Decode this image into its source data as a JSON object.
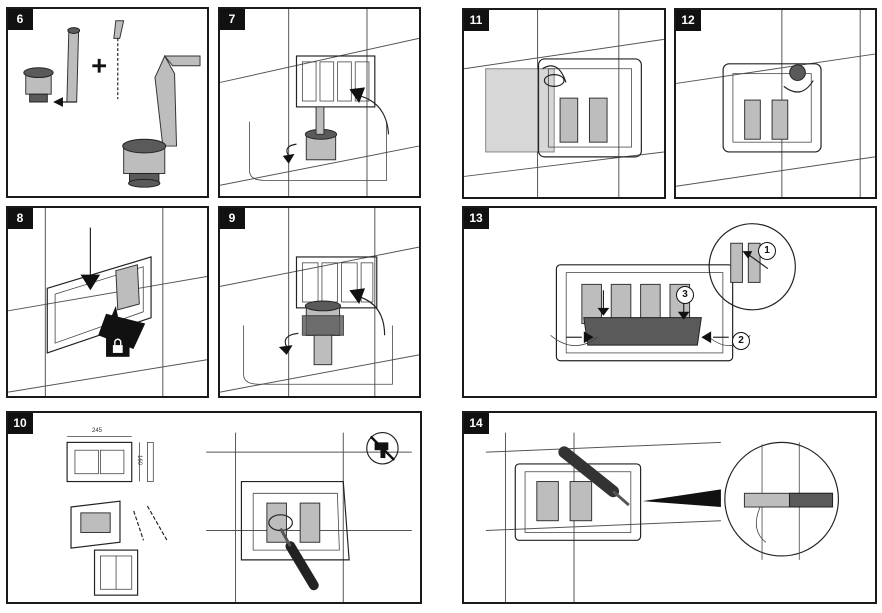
{
  "panels": {
    "p6": {
      "step": "6"
    },
    "p7": {
      "step": "7"
    },
    "p11": {
      "step": "11"
    },
    "p12": {
      "step": "12"
    },
    "p8": {
      "step": "8"
    },
    "p9": {
      "step": "9"
    },
    "p13": {
      "step": "13",
      "callouts": [
        "1",
        "2",
        "3"
      ]
    },
    "p10": {
      "step": "10",
      "dims": [
        "245",
        "160"
      ]
    },
    "p14": {
      "step": "14"
    }
  }
}
